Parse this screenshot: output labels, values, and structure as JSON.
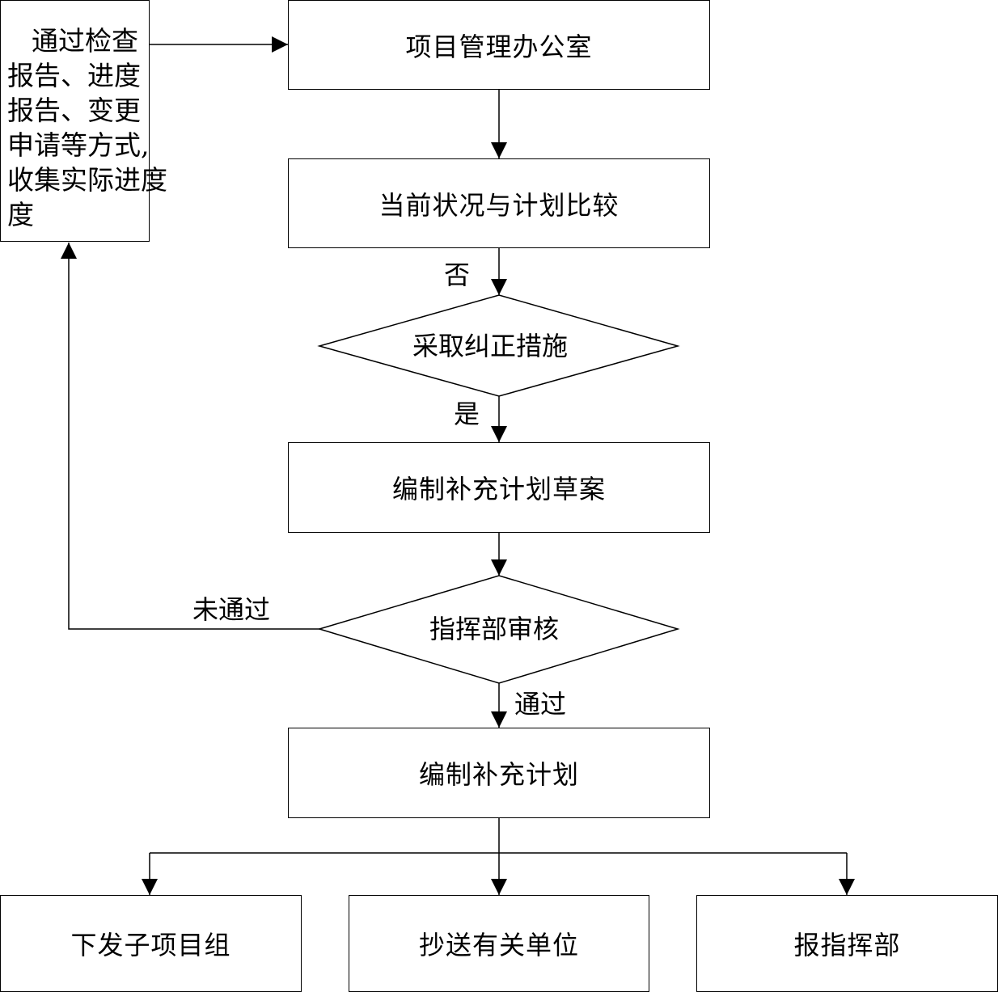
{
  "input_box": {
    "lines": [
      "通过检查",
      "报告、进度",
      "报告、变更",
      "申请等方式,",
      "收集实际进度",
      "度"
    ]
  },
  "nodes": {
    "pmo": "项目管理办公室",
    "compare": "当前状况与计划比较",
    "corrective": "采取纠正措施",
    "draft": "编制补充计划草案",
    "review": "指挥部审核",
    "plan": "编制补充计划",
    "out1": "下发子项目组",
    "out2": "抄送有关单位",
    "out3": "报指挥部"
  },
  "edge_labels": {
    "no": "否",
    "yes": "是",
    "fail": "未通过",
    "pass": "通过"
  }
}
